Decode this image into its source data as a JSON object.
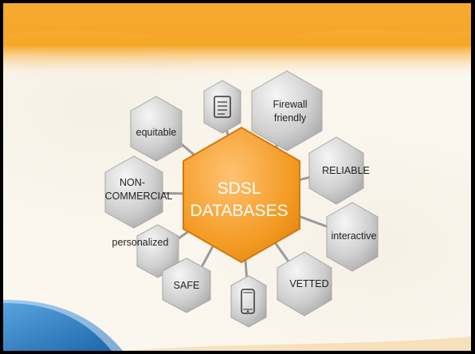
{
  "slide": {
    "center_label_line1": "SDSL",
    "center_label_line2": "DATABASES",
    "colors": {
      "banner": "#f5a623",
      "center_hex": "#f39a22",
      "petal_hex": "#c9c9c9",
      "corner_ribbon": "#2b7fc4"
    },
    "petals": {
      "document": {
        "icon": "document-icon"
      },
      "firewall_line1": "Firewall",
      "firewall_line2": "friendly",
      "equitable": "equitable",
      "reliable": "RELIABLE",
      "noncommercial_line1": "NON-",
      "noncommercial_line2": "COMMERCIAL",
      "interactive": "interactive",
      "personalized": "personalized",
      "safe": "SAFE",
      "mobile": {
        "icon": "mobile-phone-icon"
      },
      "vetted": "VETTED"
    }
  }
}
